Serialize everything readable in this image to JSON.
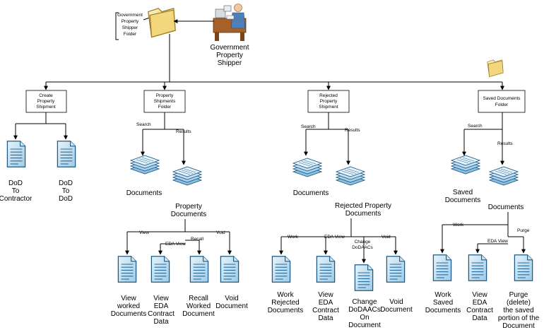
{
  "root": {
    "folder_label": [
      "Government",
      "Property",
      "Shipper",
      "Folder"
    ],
    "actor_label": [
      "Government",
      "Property",
      "Shipper"
    ],
    "actor_icon": "person-at-desk-icon",
    "folder_icon": "folder-icon"
  },
  "branches": [
    {
      "box": [
        "Create",
        "Property",
        "Shipment"
      ],
      "leaves": [
        {
          "label": [
            "DoD",
            "To",
            "Contractor"
          ],
          "icon": "document-icon"
        },
        {
          "label": [
            "DoD",
            "To",
            "DoD"
          ],
          "icon": "document-icon"
        }
      ]
    },
    {
      "box": [
        "Property",
        "Shipments",
        "Folder"
      ],
      "edge_search": "Search",
      "edge_results": "Results",
      "collection_left": [
        "Documents"
      ],
      "collection_right": [
        "Property",
        "Documents"
      ],
      "actions": [
        {
          "edge": "View",
          "label": [
            "View",
            "worked",
            "Documents"
          ]
        },
        {
          "edge": "EDA View",
          "label": [
            "View",
            "EDA",
            "Contract",
            "Data"
          ]
        },
        {
          "edge": "Recall",
          "label": [
            "Recall",
            "Worked",
            "Document"
          ]
        },
        {
          "edge": "Void",
          "label": [
            "Void",
            "Document"
          ]
        }
      ]
    },
    {
      "box": [
        "Rejected",
        "Property",
        "Shipment"
      ],
      "edge_search": "Search",
      "edge_results": "Results",
      "collection_left": [
        "Documents"
      ],
      "collection_right": [
        "Rejected Property",
        "Documents"
      ],
      "actions": [
        {
          "edge": "Work",
          "label": [
            "Work",
            "Rejected",
            "Documents"
          ]
        },
        {
          "edge": "EDA View",
          "label": [
            "View",
            "EDA",
            "Contract",
            "Data"
          ]
        },
        {
          "edge": [
            "Change",
            "DoDAACs"
          ],
          "label": [
            "Change",
            "DoDAACs",
            "On",
            "Document"
          ]
        },
        {
          "edge": "Void",
          "label": [
            "Void",
            "Document"
          ]
        }
      ]
    },
    {
      "box": [
        "Saved Documents",
        "Folder"
      ],
      "edge_search": "Search",
      "edge_results": "Results",
      "collection_left": [
        "Saved",
        "Documents"
      ],
      "collection_right": [
        "Documents"
      ],
      "actions": [
        {
          "edge": "Work",
          "label": [
            "Work",
            "Saved",
            "Documents"
          ]
        },
        {
          "edge": "EDA View",
          "label": [
            "View",
            "EDA",
            "Contract",
            "Data"
          ]
        },
        {
          "edge": "Purge",
          "label": [
            "Purge",
            "(delete)",
            "the saved",
            "portion of the",
            "Document"
          ]
        }
      ]
    }
  ]
}
